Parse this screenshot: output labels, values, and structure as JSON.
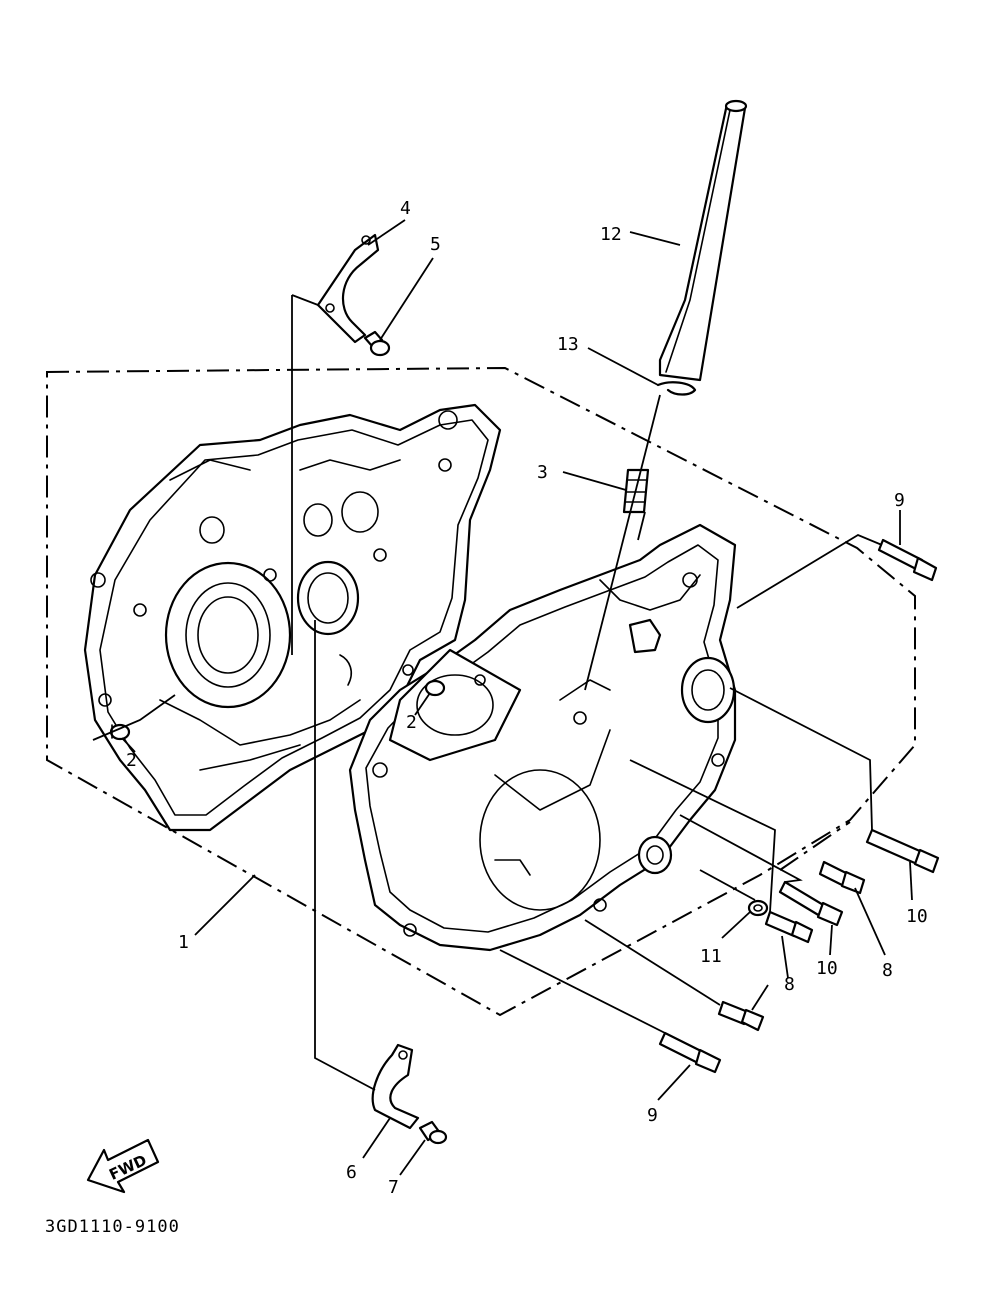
{
  "diagram": {
    "code": "3GD1110-9100",
    "fwd_label": "FWD",
    "callouts": {
      "c1": "1",
      "c2a": "2",
      "c2b": "2",
      "c3": "3",
      "c4": "4",
      "c5": "5",
      "c6": "6",
      "c7": "7",
      "c8a": "8",
      "c8b": "8",
      "c9a": "9",
      "c9b": "9",
      "c10a": "10",
      "c10b": "10",
      "c11": "11",
      "c12": "12",
      "c13": "13"
    }
  }
}
